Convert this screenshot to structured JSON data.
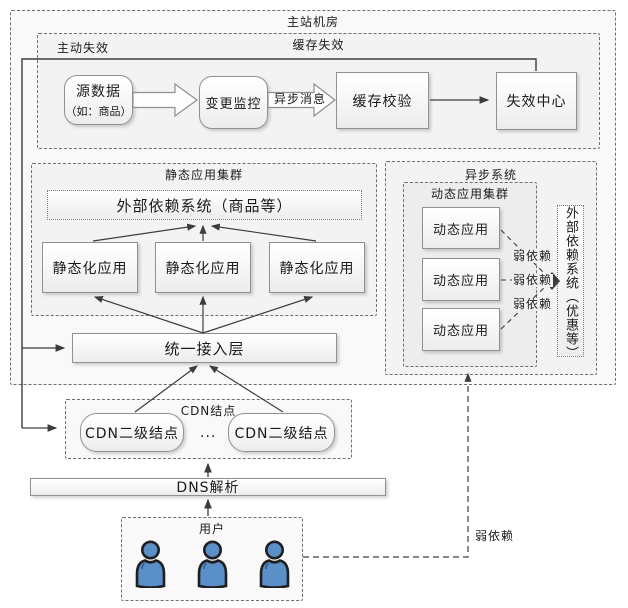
{
  "title": "主站机房",
  "cache": {
    "label": "缓存失效",
    "active_label": "主动失效",
    "source_line1": "源数据",
    "source_line2": "（如：商品）",
    "monitor": "变更监控",
    "async_msg": "异步消息",
    "verify": "缓存校验",
    "center": "失效中心"
  },
  "static": {
    "label": "静态应用集群",
    "external": "外部依赖系统（商品等）",
    "apps": [
      "静态化应用",
      "静态化应用",
      "静态化应用"
    ],
    "access": "统一接入层"
  },
  "async": {
    "label": "异步系统",
    "cluster": "动态应用集群",
    "apps": [
      "动态应用",
      "动态应用",
      "动态应用"
    ],
    "external": "外部依赖系统（优惠等）",
    "weak": [
      "弱依赖",
      "弱依赖",
      "弱依赖"
    ]
  },
  "cdn": {
    "label": "CDN结点",
    "node1": "CDN二级结点",
    "node2": "CDN二级结点",
    "ellipsis": "..."
  },
  "dns": {
    "label": "DNS解析"
  },
  "users": {
    "label": "用户",
    "icon_count": 3
  },
  "weak_bottom": "弱依赖",
  "colors": {
    "user_icon_fill": "#5b8fc8",
    "user_icon_stroke": "#1f1f1f",
    "line": "#444444",
    "box_border": "#919191"
  }
}
